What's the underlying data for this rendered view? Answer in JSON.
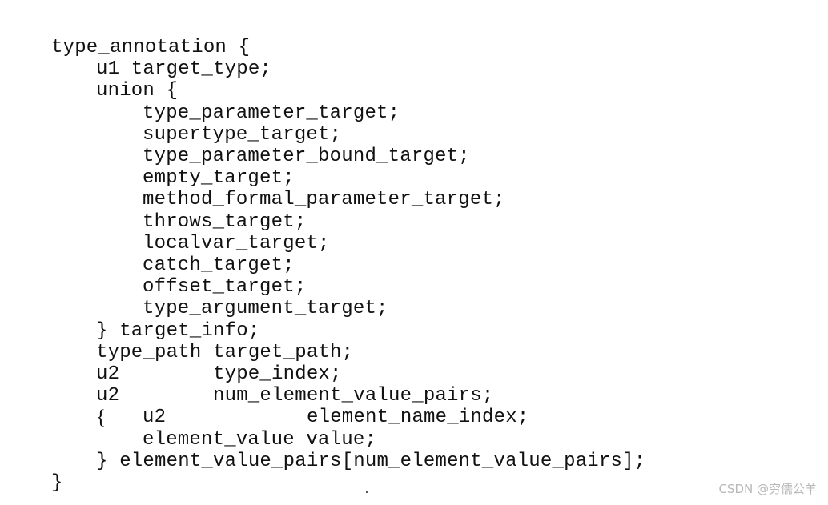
{
  "code_lines": [
    {
      "indent": 0,
      "parts": [
        "type_annotation {"
      ]
    },
    {
      "indent": 1,
      "parts": [
        "u1 target_type;"
      ]
    },
    {
      "indent": 1,
      "parts": [
        "union {"
      ]
    },
    {
      "indent": 2,
      "parts": [
        "type_parameter_target;"
      ]
    },
    {
      "indent": 2,
      "parts": [
        "supertype_target;"
      ]
    },
    {
      "indent": 2,
      "parts": [
        "type_parameter_bound_target;"
      ]
    },
    {
      "indent": 2,
      "parts": [
        "empty_target;"
      ]
    },
    {
      "indent": 2,
      "parts": [
        "method_formal_parameter_target;"
      ]
    },
    {
      "indent": 2,
      "parts": [
        "throws_target;"
      ]
    },
    {
      "indent": 2,
      "parts": [
        "localvar_target;"
      ]
    },
    {
      "indent": 2,
      "parts": [
        "catch_target;"
      ]
    },
    {
      "indent": 2,
      "parts": [
        "offset_target;"
      ]
    },
    {
      "indent": 2,
      "parts": [
        "type_argument_target;"
      ]
    },
    {
      "indent": 1,
      "parts": [
        "} target_info;"
      ]
    },
    {
      "indent": 1,
      "parts": [
        "type_path target_path;"
      ]
    },
    {
      "indent": 1,
      "parts": [
        "u2",
        "type_index;"
      ]
    },
    {
      "indent": 1,
      "parts": [
        "u2",
        "num_element_value_pairs;"
      ]
    },
    {
      "indent": 1,
      "parts": [
        "{",
        "u2",
        "element_name_index;"
      ]
    },
    {
      "indent": 2,
      "parts": [
        "element_value value;"
      ]
    },
    {
      "indent": 1,
      "parts": [
        "} element_value_pairs[num_element_value_pairs];"
      ]
    },
    {
      "indent": 0,
      "parts": [
        "}"
      ]
    }
  ],
  "watermark": "CSDN @穷儒公羊"
}
